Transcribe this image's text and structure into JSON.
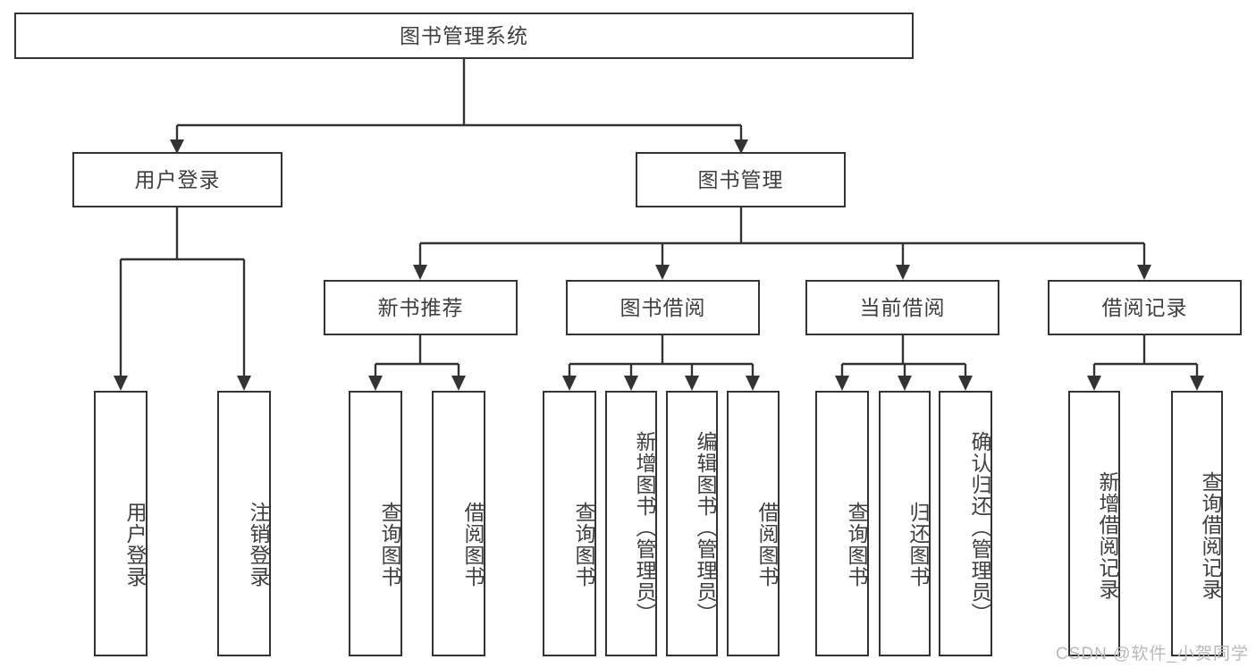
{
  "diagram": {
    "title": "图书管理系统",
    "type": "tree",
    "watermark": "CSDN @软件_小贺同学",
    "colors": {
      "border": "#333333",
      "text": "#3f3f3f",
      "background": "#ffffff",
      "watermark": "#b9b9b9"
    },
    "root": {
      "label": "图书管理系统"
    },
    "level2": [
      {
        "label": "用户登录"
      },
      {
        "label": "图书管理"
      }
    ],
    "level3": [
      {
        "label": "新书推荐"
      },
      {
        "label": "图书借阅"
      },
      {
        "label": "当前借阅"
      },
      {
        "label": "借阅记录"
      }
    ],
    "leaves": {
      "user_login": [
        {
          "label": "用户登录"
        },
        {
          "label": "注销登录"
        }
      ],
      "new_book": [
        {
          "label": "查询图书"
        },
        {
          "label": "借阅图书"
        }
      ],
      "book_borrow": [
        {
          "label": "查询图书"
        },
        {
          "label": "新增图书（管理员）"
        },
        {
          "label": "编辑图书（管理员）"
        },
        {
          "label": "借阅图书"
        }
      ],
      "current_borrow": [
        {
          "label": "查询图书"
        },
        {
          "label": "归还图书"
        },
        {
          "label": "确认归还（管理员）"
        }
      ],
      "borrow_record": [
        {
          "label": "新增借阅记录"
        },
        {
          "label": "查询借阅记录"
        }
      ]
    }
  }
}
